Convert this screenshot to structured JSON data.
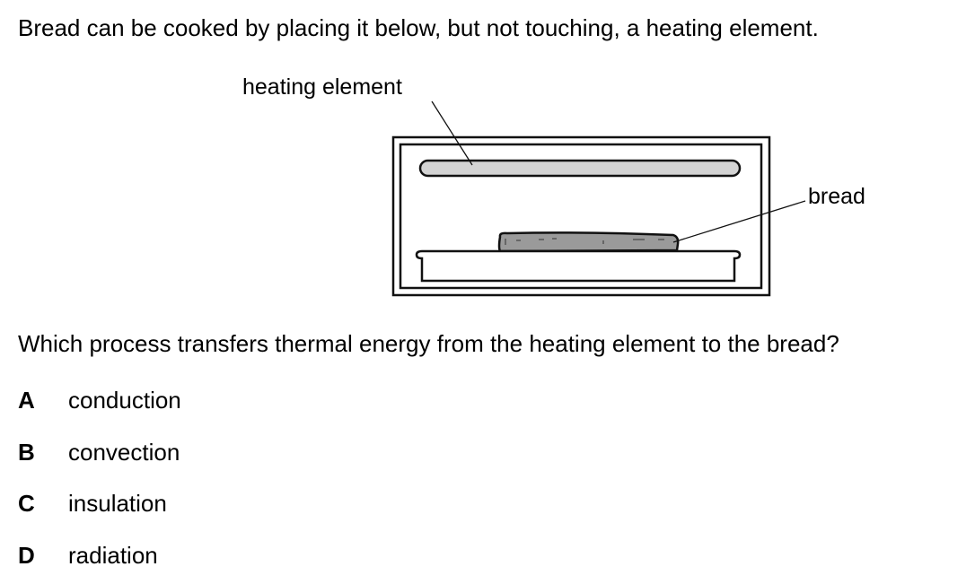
{
  "question": {
    "intro": "Bread can be cooked by placing it below, but not touching, a heating element.",
    "prompt": "Which process transfers thermal energy from the heating element to the bread?",
    "diagram": {
      "labels": {
        "heating_element": "heating element",
        "bread": "bread"
      }
    },
    "options": [
      {
        "letter": "A",
        "text": "conduction"
      },
      {
        "letter": "B",
        "text": "convection"
      },
      {
        "letter": "C",
        "text": "insulation"
      },
      {
        "letter": "D",
        "text": "radiation"
      }
    ]
  }
}
